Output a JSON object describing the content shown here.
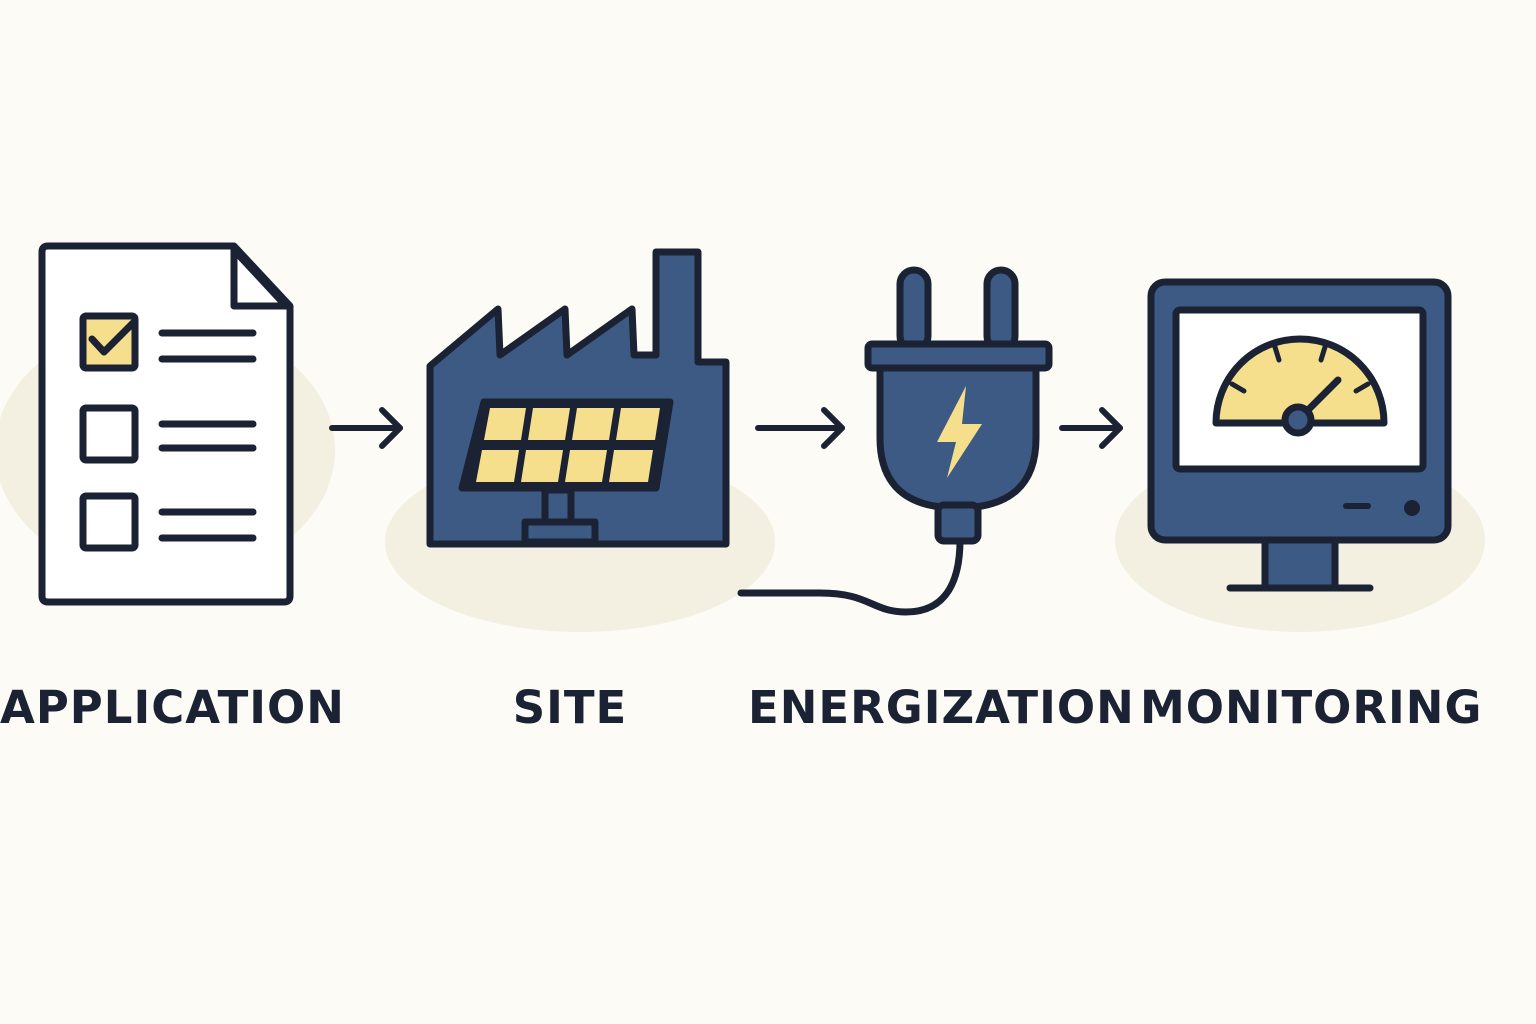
{
  "colors": {
    "background": "#fcfbf6",
    "blob": "#f3f0e2",
    "outline": "#1a2233",
    "navy": "#3d5a85",
    "yellow": "#f5df8c",
    "paper": "#ffffff"
  },
  "steps": [
    {
      "label": "APPLICATION",
      "icon": "checklist-document-icon"
    },
    {
      "label": "SITE",
      "icon": "factory-solar-panel-icon"
    },
    {
      "label": "ENERGIZATION",
      "icon": "power-plug-icon"
    },
    {
      "label": "MONITORING",
      "icon": "monitor-gauge-icon"
    }
  ]
}
